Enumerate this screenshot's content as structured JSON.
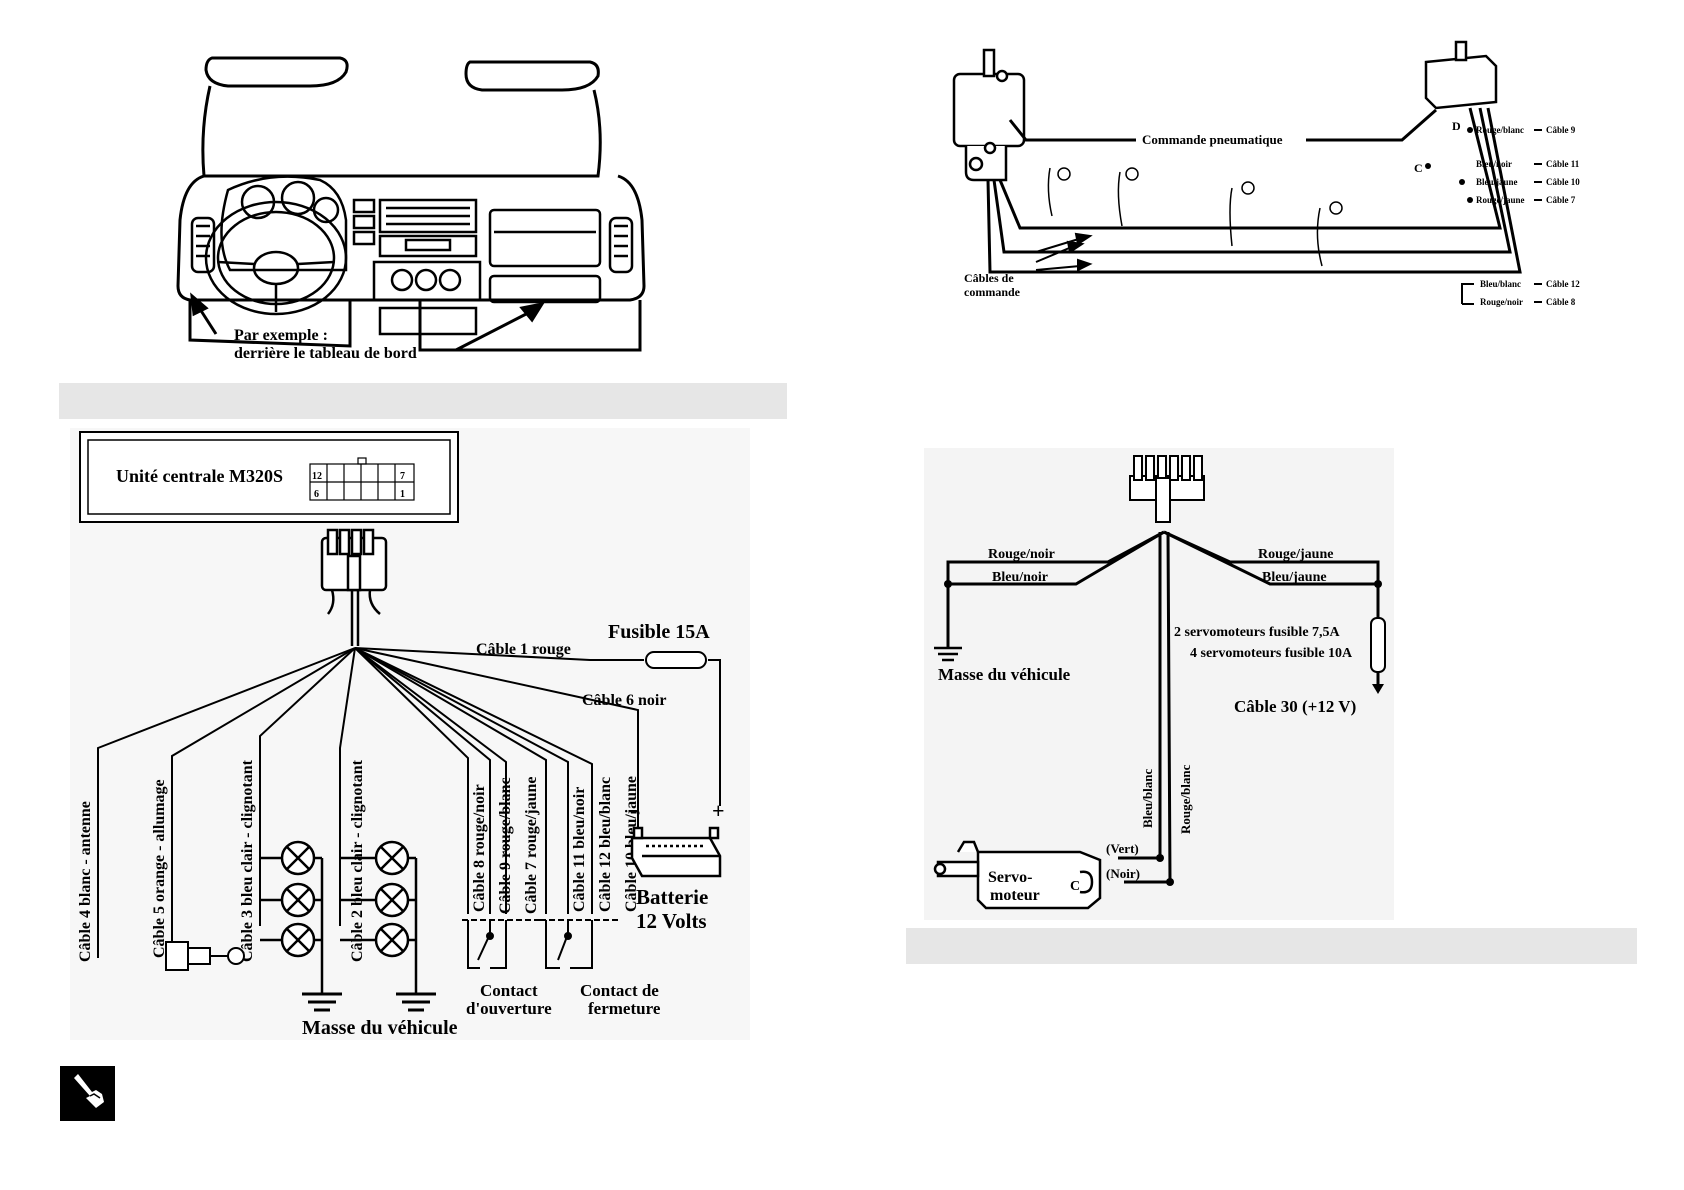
{
  "dashboard": {
    "caption_line1": "Par exemple :",
    "caption_line2": "derrière le tableau de bord"
  },
  "wiring": {
    "unit_label": "Unité centrale M320S",
    "pin_12": "12",
    "pin_6": "6",
    "pin_7": "7",
    "pin_1": "1",
    "fuse_label": "Fusible 15A",
    "cable1": "Câble 1 rouge",
    "cable6": "Câble 6 noir",
    "cable4": "Câble 4 blanc - antenne",
    "cable5": "Câble 5 orange - allumage",
    "cable3": "Câble 3 bleu clair - clignotant",
    "cable2": "Câble 2 bleu clair - clignotant",
    "cable8": "Câble 8 rouge/noir",
    "cable9": "Câble 9 rouge/blanc",
    "cable7": "Câble 7 rouge/jaune",
    "cable11": "Câble 11 bleu/noir",
    "cable12": "Câble 12 bleu/blanc",
    "cable10": "Câble 10 bleu/jaune",
    "minus": "-",
    "plus": "+",
    "battery_line1": "Batterie",
    "battery_line2": "12 Volts",
    "contact_open_line1": "Contact",
    "contact_open_line2": "d'ouverture",
    "contact_close_line1": "Contact de",
    "contact_close_line2": "fermeture",
    "ground_label": "Masse du véhicule"
  },
  "pneumatic": {
    "command_label": "Commande pneumatique",
    "cables_line1": "Câbles de",
    "cables_line2": "commande",
    "letter_d": "D",
    "letter_c": "C",
    "rows": [
      {
        "wire": "Rouge/blanc",
        "cable": "Câble 9"
      },
      {
        "wire": "Bleu/noir",
        "cable": "Câble 11"
      },
      {
        "wire": "Bleu/jaune",
        "cable": "Câble 10"
      },
      {
        "wire": "Rouge/jaune",
        "cable": "Câble 7"
      },
      {
        "wire": "Bleu/blanc",
        "cable": "Câble 12"
      },
      {
        "wire": "Rouge/noir",
        "cable": "Câble 8"
      }
    ]
  },
  "servo": {
    "rouge_noir": "Rouge/noir",
    "bleu_noir": "Bleu/noir",
    "rouge_jaune": "Rouge/jaune",
    "bleu_jaune": "Bleu/jaune",
    "ground_label": "Masse du véhicule",
    "fuse_line1": "2 servomoteurs fusible 7,5A",
    "fuse_line2": "4 servomoteurs fusible 10A",
    "cable30": "Câble 30 (+12 V)",
    "bleu_blanc": "Bleu/blanc",
    "rouge_blanc": "Rouge/blanc",
    "vert": "(Vert)",
    "noir": "(Noir)",
    "servo_line1": "Servo-",
    "servo_line2": "moteur",
    "letter_c": "C"
  },
  "colors": {
    "band": "#e6e6e6",
    "ink": "#000000",
    "panel": "#f4f4f4"
  }
}
